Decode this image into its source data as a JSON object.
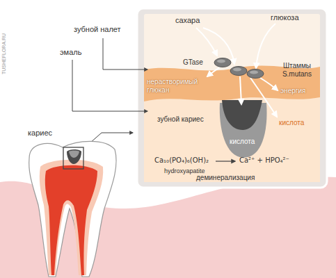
{
  "diagram": {
    "labels": [
      "зубной налет",
      "эмаль",
      "сахара",
      "глюкоза",
      "GTase",
      "Штаммы S.mutans",
      "нерастворимый глюкан",
      "энергия",
      "зубной кариес",
      "кислота",
      "кислота",
      "Ca₁₀(PO₄)₆(OH)₂",
      "hydroxyapatite",
      "Ca²⁺ + HPO₄²⁻",
      "деминерализация",
      "кариес",
      "TUSHEFLORA.RU"
    ]
  }
}
